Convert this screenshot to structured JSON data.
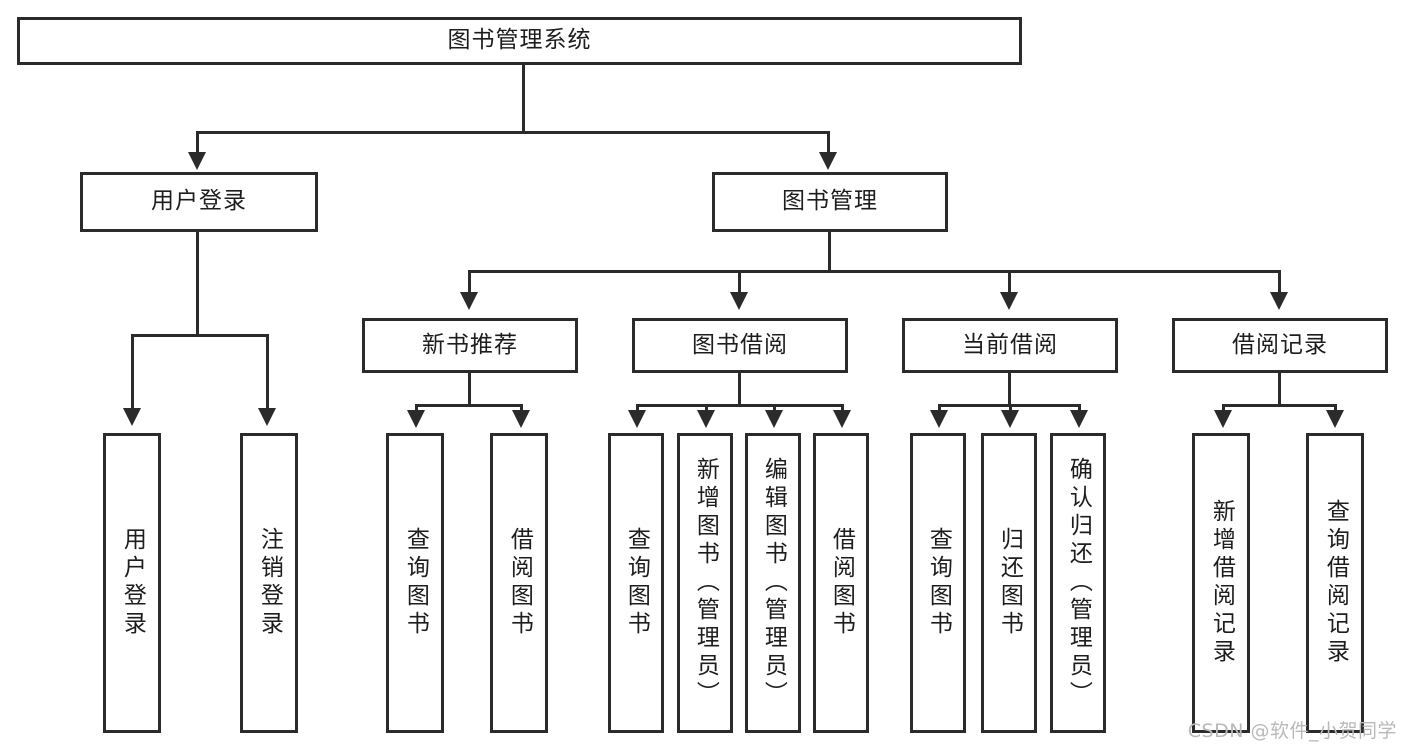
{
  "diagram": {
    "title": "图书管理系统",
    "type": "tree-hierarchy",
    "watermark": "CSDN @软件_小贺同学",
    "colors": {
      "stroke": "#2b2b2b",
      "fill": "#ffffff",
      "text": "#1d1d1d",
      "watermark": "#b9b9b9"
    },
    "root": {
      "label": "图书管理系统"
    },
    "level2": [
      {
        "label": "用户登录"
      },
      {
        "label": "图书管理"
      }
    ],
    "level3": [
      {
        "label": "新书推荐"
      },
      {
        "label": "图书借阅"
      },
      {
        "label": "当前借阅"
      },
      {
        "label": "借阅记录"
      }
    ],
    "leaves": {
      "user_login": [
        {
          "label": "用户登录"
        },
        {
          "label": "注销登录"
        }
      ],
      "new_book_recommend": [
        {
          "label": "查询图书"
        },
        {
          "label": "借阅图书"
        }
      ],
      "book_borrow": [
        {
          "label": "查询图书"
        },
        {
          "label": "新增图书（管理员）"
        },
        {
          "label": "编辑图书（管理员）"
        },
        {
          "label": "借阅图书"
        }
      ],
      "current_borrow": [
        {
          "label": "查询图书"
        },
        {
          "label": "归还图书"
        },
        {
          "label": "确认归还（管理员）"
        }
      ],
      "borrow_record": [
        {
          "label": "新增借阅记录"
        },
        {
          "label": "查询借阅记录"
        }
      ]
    }
  }
}
